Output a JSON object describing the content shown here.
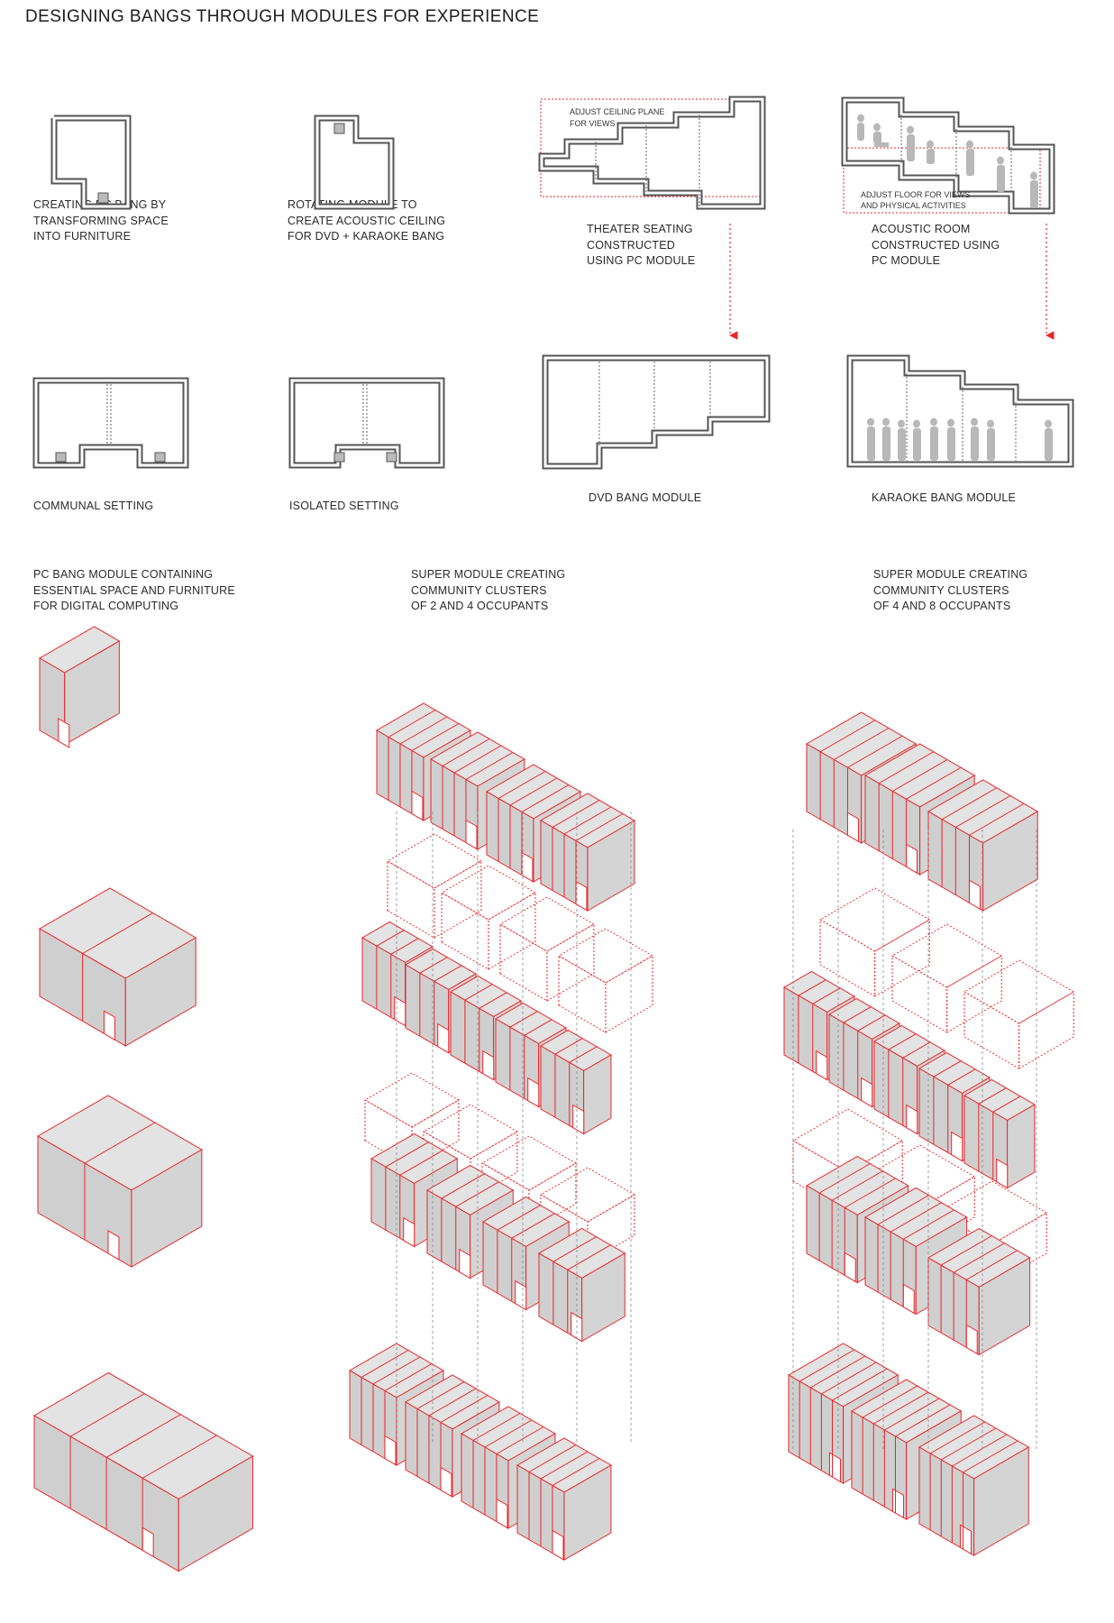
{
  "title": "DESIGNING BANGS THROUGH MODULES FOR EXPERIENCE",
  "plans": {
    "pc_bang": "CREATING PC BANG BY\nTRANSFORMING SPACE\nINTO FURNITURE",
    "rotating": "ROTATING MODULE TO\nCREATE ACOUSTIC CEILING\nFOR DVD + KARAOKE BANG",
    "theater": "THEATER SEATING\nCONSTRUCTED\nUSING PC MODULE",
    "acoustic": "ACOUSTIC ROOM\nCONSTRUCTED USING\nPC MODULE",
    "communal": "COMMUNAL SETTING",
    "isolated": "ISOLATED SETTING",
    "dvd": "DVD BANG MODULE",
    "karaoke": "KARAOKE BANG MODULE"
  },
  "notes": {
    "ceiling_1": "ADJUST CEILING PLANE",
    "ceiling_2": "FOR VIEWS",
    "floor_1": "ADJUST FLOOR FOR VIEWS",
    "floor_2": "AND PHYSICAL ACTIVITIES"
  },
  "iso": {
    "pc_module": "PC BANG MODULE CONTAINING\nESSENTIAL SPACE AND FURNITURE\nFOR DIGITAL COMPUTING",
    "super_2_4": "SUPER MODULE CREATING\nCOMMUNITY CLUSTERS\nOF 2 AND 4 OCCUPANTS",
    "super_4_8": "SUPER MODULE CREATING\nCOMMUNITY CLUSTERS\nOF 4 AND 8 OCCUPANTS"
  },
  "colors": {
    "accent": "#e8262b",
    "wall": "#555555",
    "face": "#d4d4d4",
    "face_light": "#e3e3e3",
    "figure": "#b8b8b8"
  }
}
